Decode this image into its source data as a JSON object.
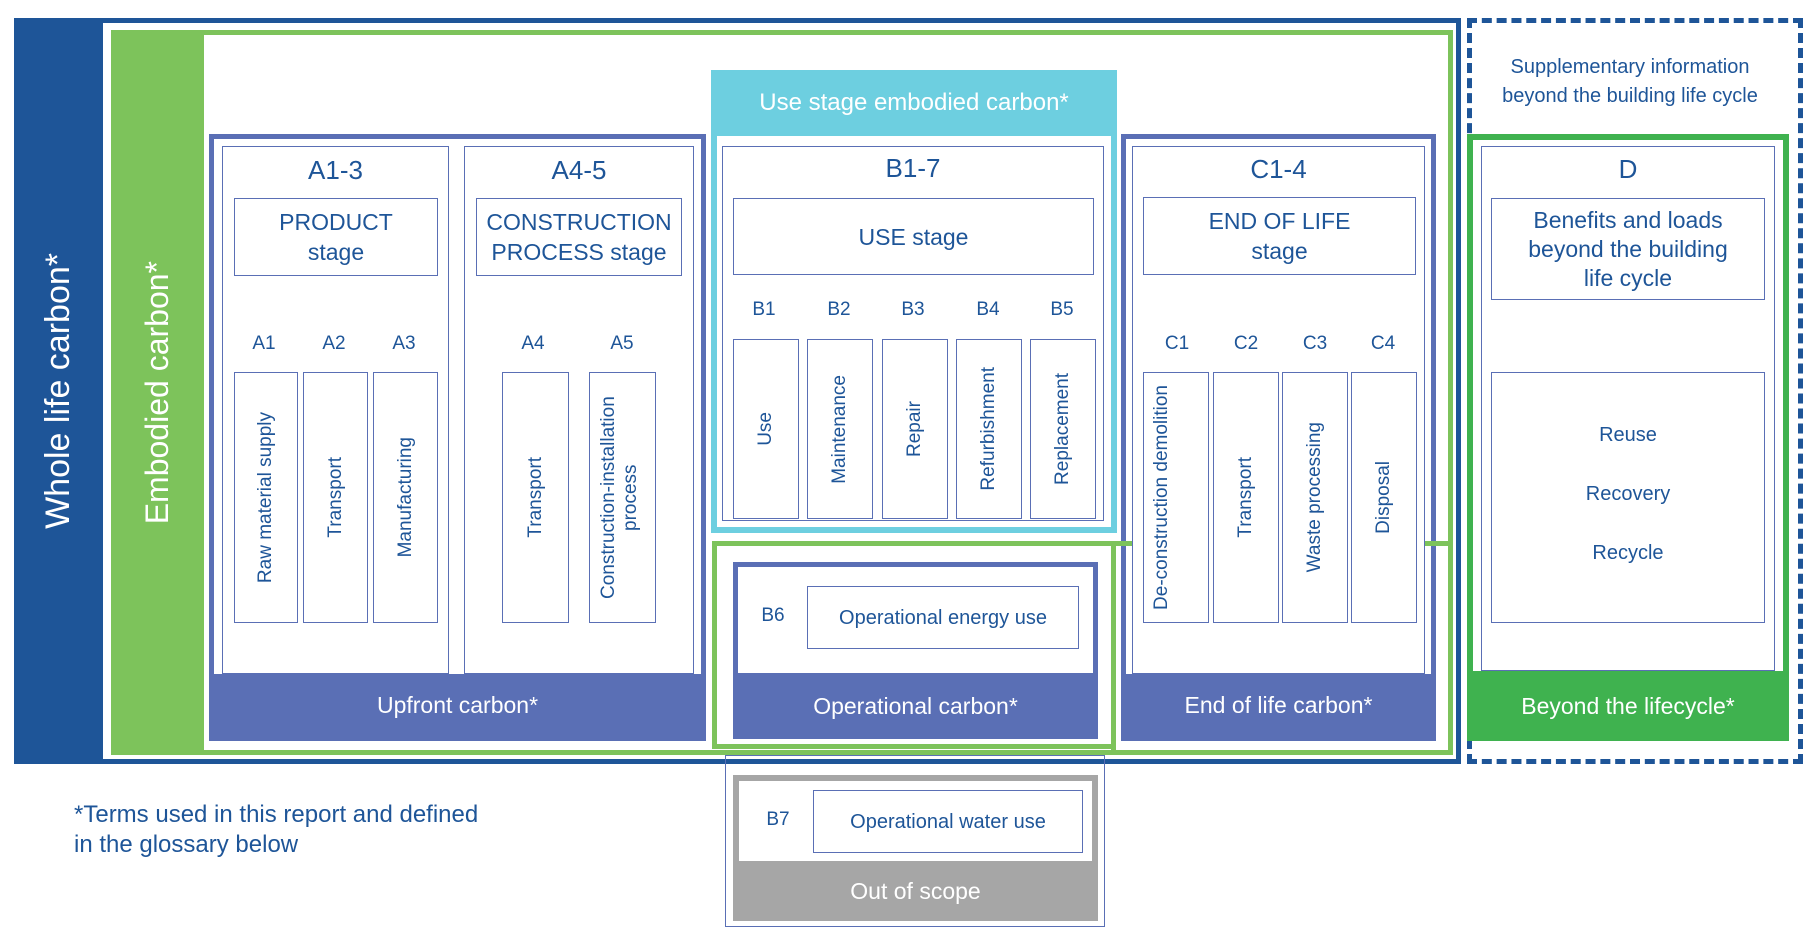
{
  "labels": {
    "whole_life": "Whole life carbon*",
    "embodied": "Embodied carbon*",
    "supplementary": "Supplementary information beyond the building life cycle",
    "use_stage_embodied": "Use stage embodied carbon*",
    "footnote": "*Terms used in this report and defined in the glossary below"
  },
  "stages": {
    "a13": {
      "code": "A1-3",
      "name": "PRODUCT stage",
      "modules": [
        {
          "code": "A1",
          "label": "Raw material supply"
        },
        {
          "code": "A2",
          "label": "Transport"
        },
        {
          "code": "A3",
          "label": "Manufacturing"
        }
      ]
    },
    "a45": {
      "code": "A4-5",
      "name": "CONSTRUCTION PROCESS stage",
      "modules": [
        {
          "code": "A4",
          "label": "Transport"
        },
        {
          "code": "A5",
          "label": "Construction-installation process"
        }
      ]
    },
    "b17": {
      "code": "B1-7",
      "name": "USE stage",
      "modules": [
        {
          "code": "B1",
          "label": "Use"
        },
        {
          "code": "B2",
          "label": "Maintenance"
        },
        {
          "code": "B3",
          "label": "Repair"
        },
        {
          "code": "B4",
          "label": "Refurbishment"
        },
        {
          "code": "B5",
          "label": "Replacement"
        }
      ]
    },
    "c14": {
      "code": "C1-4",
      "name": "END OF LIFE stage",
      "modules": [
        {
          "code": "C1",
          "label": "De-construction demolition"
        },
        {
          "code": "C2",
          "label": "Transport"
        },
        {
          "code": "C3",
          "label": "Waste processing"
        },
        {
          "code": "C4",
          "label": "Disposal"
        }
      ]
    },
    "d": {
      "code": "D",
      "name": "Benefits and loads beyond the building life cycle",
      "items": [
        "Reuse",
        "Recovery",
        "Recycle"
      ]
    }
  },
  "operational": {
    "b6_code": "B6",
    "b6_label": "Operational energy use",
    "b7_code": "B7",
    "b7_label": "Operational water use"
  },
  "bands": {
    "upfront": "Upfront carbon*",
    "operational": "Operational carbon*",
    "end_of_life": "End of life carbon*",
    "beyond": "Beyond the lifecycle*",
    "out_of_scope": "Out of scope"
  },
  "colors": {
    "whole_life": "#1e5598",
    "embodied": "#7dc35b",
    "stage": "#5a6fb5",
    "use_stage": "#6dcfe0",
    "beyond": "#3fb24f",
    "out_of_scope": "#a6a6a6"
  }
}
